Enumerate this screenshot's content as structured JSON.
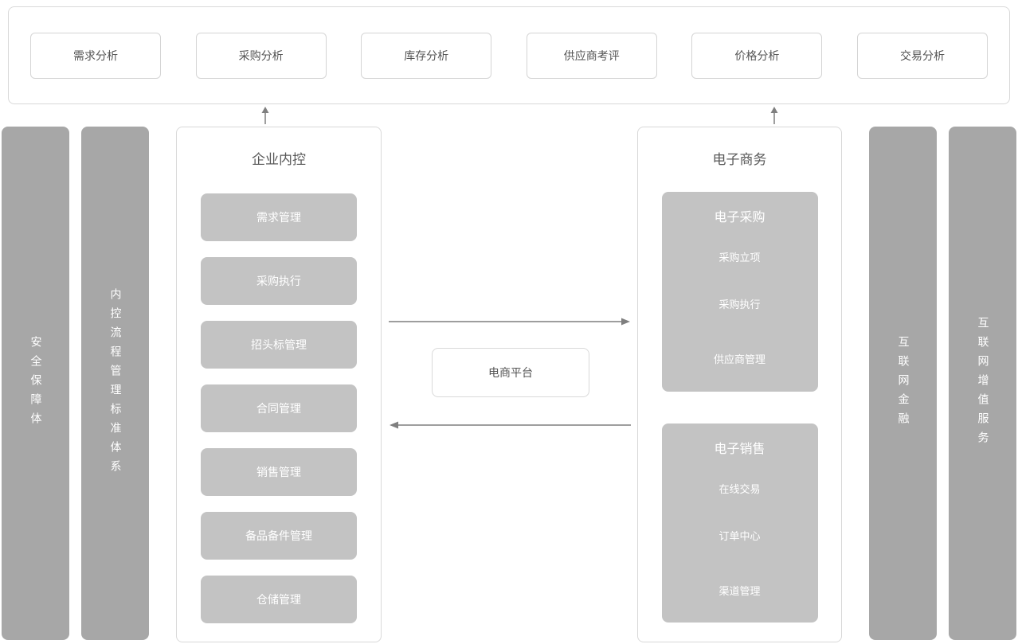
{
  "colors": {
    "pillar_bg": "#a7a7a7",
    "node_bg": "#c3c3c3",
    "border": "#d9d9d9",
    "text_dark": "#545454",
    "text_light": "#ffffff",
    "arrow": "#7f7f7f"
  },
  "top_row": {
    "items": [
      "需求分析",
      "采购分析",
      "库存分析",
      "供应商考评",
      "价格分析",
      "交易分析"
    ]
  },
  "pillars": {
    "left": [
      "安全保障体",
      "内控流程管理标准体系"
    ],
    "right": [
      "互联网金融",
      "互联网增值服务"
    ]
  },
  "internal_control": {
    "title": "企业内控",
    "items": [
      "需求管理",
      "采购执行",
      "招头标管理",
      "合同管理",
      "销售管理",
      "备品备件管理",
      "仓储管理"
    ]
  },
  "platform": {
    "label": "电商平台"
  },
  "ecommerce": {
    "title": "电子商务",
    "groups": [
      {
        "title": "电子采购",
        "items": [
          "采购立项",
          "采购执行",
          "供应商管理"
        ]
      },
      {
        "title": "电子销售",
        "items": [
          "在线交易",
          "订单中心",
          "渠道管理"
        ]
      }
    ]
  },
  "icons": {
    "up_arrow": "↑",
    "right_arrow": "→",
    "left_arrow": "←"
  }
}
